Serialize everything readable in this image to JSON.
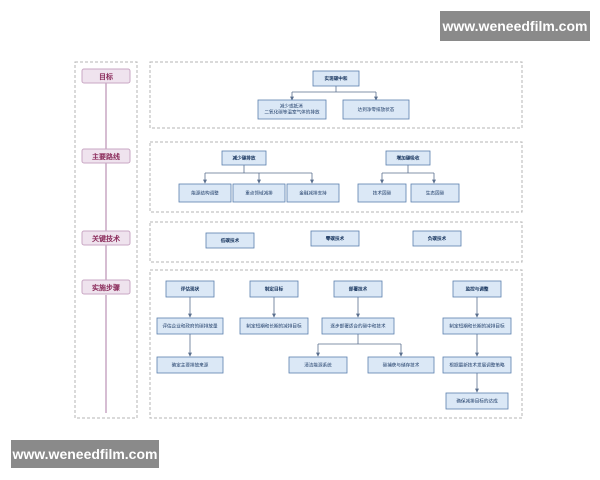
{
  "watermark": {
    "top": "www.weneedfilm.com",
    "bottom": "www.weneedfilm.com"
  },
  "colors": {
    "stage_fill": "#efe3ee",
    "stage_border": "#c9a7c4",
    "stage_text": "#8a2a5a",
    "node_fill": "#dbe8f6",
    "node_border": "#5b7fae",
    "connector": "#5a6f8e",
    "panel_border": "#b5b5b5"
  },
  "stages": {
    "goal": "目标",
    "route": "主要路线",
    "tech": "关键技术",
    "steps": "实施步骤"
  },
  "goal": {
    "root": "实现碳中和",
    "children": [
      "减少或抵消\n二氧化碳等温室气体的排放",
      "达到净零排放状态"
    ]
  },
  "route": {
    "left_root": "减少碳排放",
    "left_children": [
      "能源结构调整",
      "重点领域减排",
      "金融减排支持"
    ],
    "right_root": "增加碳吸收",
    "right_children": [
      "技术固碳",
      "生态固碳"
    ]
  },
  "tech": {
    "items": [
      "低碳技术",
      "零碳技术",
      "负碳技术"
    ]
  },
  "steps": {
    "assess": {
      "title": "评估现状",
      "items": [
        "评估企业和政府的碳排放量",
        "确定主要排放来源"
      ]
    },
    "target": {
      "title": "制定目标",
      "items": [
        "制定短期和长期的减排目标"
      ]
    },
    "deploy": {
      "title": "部署技术",
      "items": [
        "逐步部署适合的碳中和技术"
      ],
      "sub": [
        "清洁能源系统",
        "碳捕获与储存技术"
      ]
    },
    "monitor": {
      "title": "监控与调整",
      "items": [
        "制定短期和长期的减排目标",
        "根据最新技术发展调整策略",
        "确保减排目标的达成"
      ]
    }
  }
}
